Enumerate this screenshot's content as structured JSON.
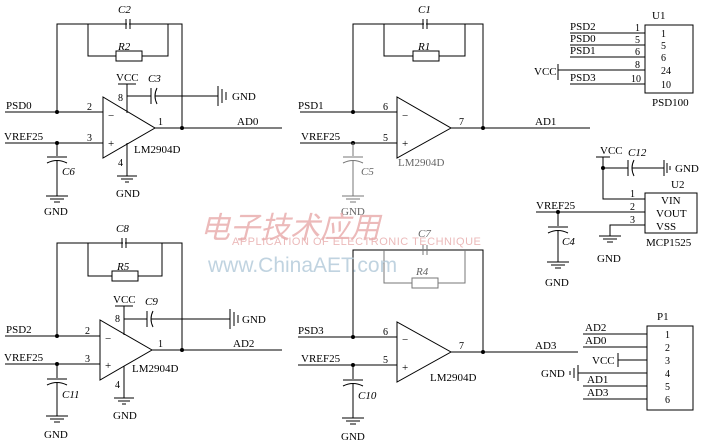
{
  "diagram": {
    "op_amp_part": "LM2904D",
    "vcc": "VCC",
    "gnd": "GND",
    "vref": "VREF25",
    "minus": "−",
    "plus": "+",
    "channels": [
      {
        "input": "PSD0",
        "output": "AD0",
        "cap_fb": "C2",
        "res_fb": "R2",
        "cap_vcc": "C3",
        "cap_ref": "C6",
        "pin_inv": "2",
        "pin_non": "3",
        "pin_out": "1",
        "pin_vcc": "8",
        "pin_gnd": "4"
      },
      {
        "input": "PSD1",
        "output": "AD1",
        "cap_fb": "C1",
        "res_fb": "R1",
        "cap_ref": "C5",
        "pin_inv": "6",
        "pin_non": "5",
        "pin_out": "7"
      },
      {
        "input": "PSD2",
        "output": "AD2",
        "cap_fb": "C8",
        "res_fb": "R5",
        "cap_vcc": "C9",
        "cap_ref": "C11",
        "pin_inv": "2",
        "pin_non": "3",
        "pin_out": "1",
        "pin_vcc": "8",
        "pin_gnd": "4"
      },
      {
        "input": "PSD3",
        "output": "AD3",
        "cap_fb": "C7",
        "res_fb": "R4",
        "cap_ref": "C10",
        "pin_inv": "6",
        "pin_non": "5",
        "pin_out": "7"
      }
    ],
    "u1": {
      "ref": "U1",
      "part": "PSD100",
      "rows": [
        {
          "net": "PSD2",
          "pin": "1",
          "inner": "1"
        },
        {
          "net": "PSD0",
          "pin": "5",
          "inner": "5"
        },
        {
          "net": "PSD1",
          "pin": "6",
          "inner": "6"
        },
        {
          "net": "",
          "pin": "8",
          "inner": "24"
        },
        {
          "net": "PSD3",
          "pin": "10",
          "inner": "10"
        }
      ],
      "vcc": "VCC"
    },
    "u2": {
      "ref": "U2",
      "part": "MCP1525",
      "cap": "C12",
      "cap_out": "C4",
      "pins": [
        {
          "num": "1",
          "name": "VIN"
        },
        {
          "num": "2",
          "name": "VOUT"
        },
        {
          "num": "3",
          "name": "VSS"
        }
      ]
    },
    "p1": {
      "ref": "P1",
      "pins": [
        {
          "num": "1",
          "net": "AD2"
        },
        {
          "num": "2",
          "net": "AD0"
        },
        {
          "num": "3",
          "net": "VCC"
        },
        {
          "num": "4",
          "net": "GND"
        },
        {
          "num": "5",
          "net": "AD1"
        },
        {
          "num": "6",
          "net": "AD3"
        }
      ]
    }
  },
  "watermark": {
    "logo": "电子技术应用",
    "sub": "APPLICATION OF ELECTRONIC TECHNIQUE",
    "url": "www.ChinaAET.com"
  }
}
